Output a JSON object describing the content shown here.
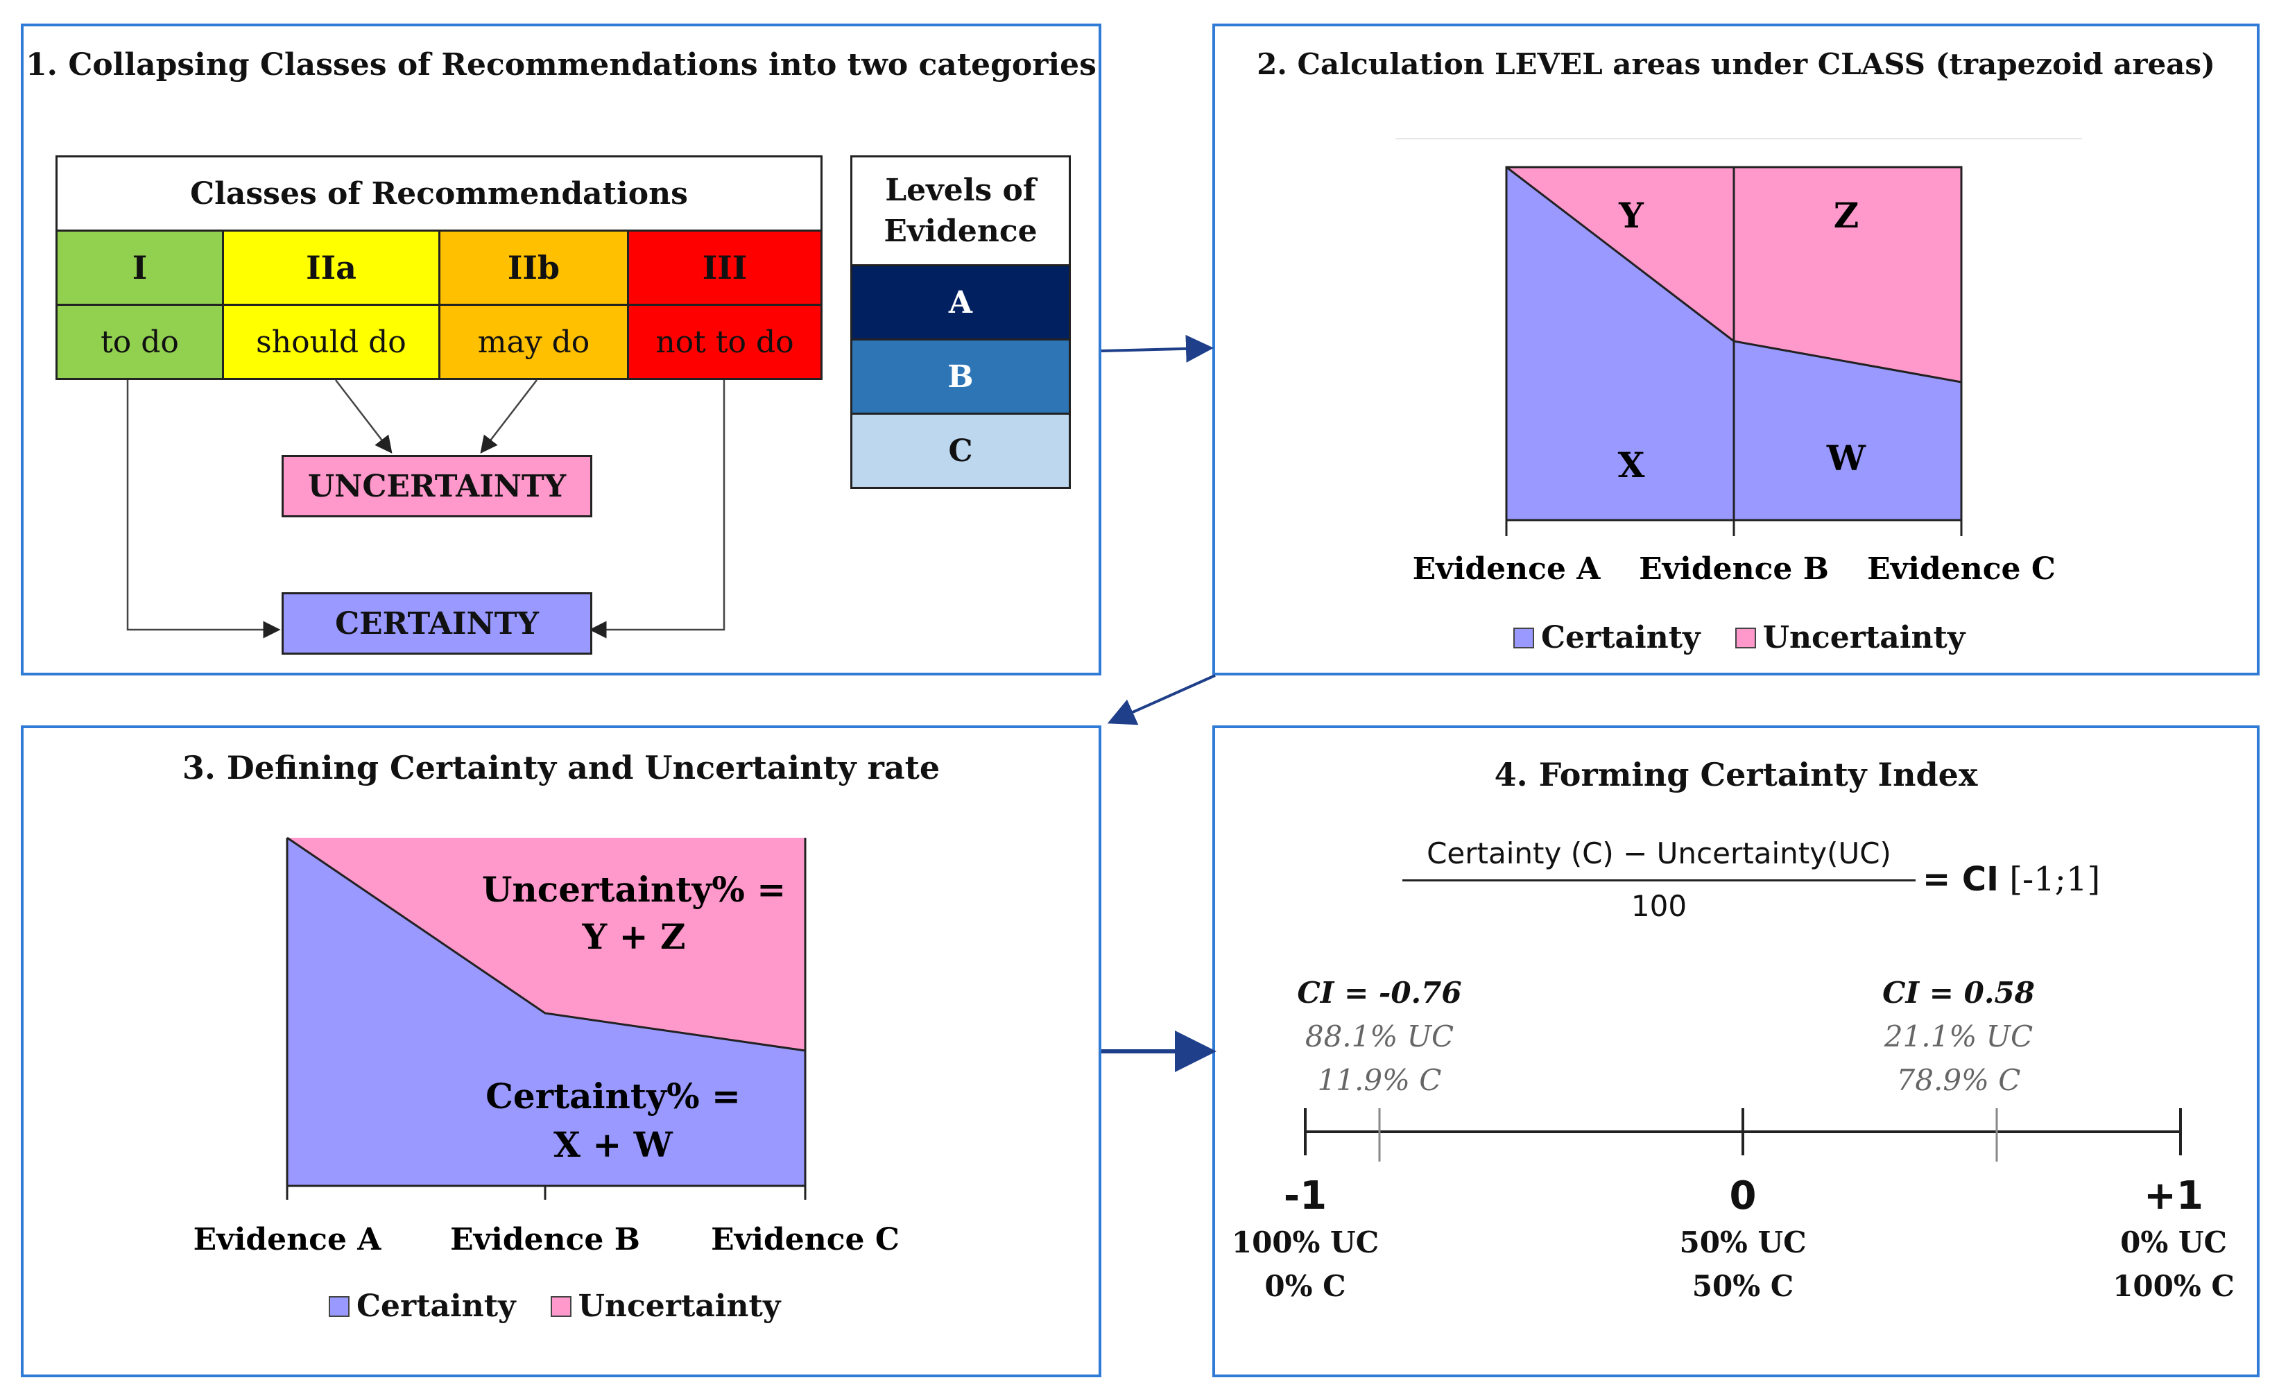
{
  "colors": {
    "panel_border": "#2f7bd6",
    "class_I": "#92d050",
    "class_IIa": "#ffff00",
    "class_IIb": "#ffc000",
    "class_III": "#ff0000",
    "level_A": "#002060",
    "level_B": "#2e75b6",
    "level_C": "#bdd7ee",
    "certainty": "#9999ff",
    "uncertainty": "#ff99cc",
    "arrow": "#1f3f8a"
  },
  "panel1": {
    "title": "1. Collapsing Classes of Recommendations into two categories",
    "classes_header": "Classes of Recommendations",
    "classes": [
      {
        "code": "I",
        "label": "to do"
      },
      {
        "code": "IIa",
        "label": "should do"
      },
      {
        "code": "IIb",
        "label": "may do"
      },
      {
        "code": "III",
        "label": "not to do"
      }
    ],
    "levels_header_line1": "Levels of",
    "levels_header_line2": "Evidence",
    "levels": [
      "A",
      "B",
      "C"
    ],
    "uncertainty_box": "UNCERTAINTY",
    "certainty_box": "CERTAINTY"
  },
  "panel2": {
    "title": "2. Calculation LEVEL areas under CLASS (trapezoid areas)",
    "regions": {
      "y": "Y",
      "z": "Z",
      "x": "X",
      "w": "W"
    },
    "x_labels": [
      "Evidence A",
      "Evidence B",
      "Evidence C"
    ],
    "legend": [
      "Certainty",
      "Uncertainty"
    ]
  },
  "panel3": {
    "title": "3. Defining Certainty and Uncertainty rate",
    "uncertainty_line1": "Uncertainty% =",
    "uncertainty_line2": "Y + Z",
    "certainty_line1": "Certainty% =",
    "certainty_line2": "X + W",
    "x_labels": [
      "Evidence A",
      "Evidence B",
      "Evidence C"
    ],
    "legend": [
      "Certainty",
      "Uncertainty"
    ]
  },
  "panel4": {
    "title": "4. Forming Certainty Index",
    "formula_numerator": "Certainty (C) − Uncertainty(UC)",
    "formula_denominator": "100",
    "formula_result": "= CI",
    "formula_range": "[-1;1]",
    "examples": [
      {
        "ci": "CI = -0.76",
        "uc": "88.1% UC",
        "c": "11.9% C",
        "value": -0.76
      },
      {
        "ci": "CI = 0.58",
        "uc": "21.1% UC",
        "c": "78.9% C",
        "value": 0.58
      }
    ],
    "ticks": [
      {
        "label": "-1",
        "uc": "100% UC",
        "c": "0% C"
      },
      {
        "label": "0",
        "uc": "50% UC",
        "c": "50% C"
      },
      {
        "label": "+1",
        "uc": "0% UC",
        "c": "100% C"
      }
    ]
  }
}
